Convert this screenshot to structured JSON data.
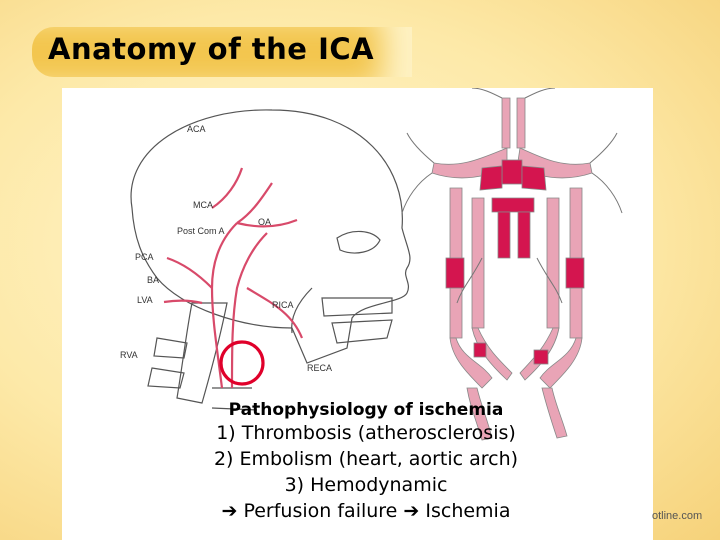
{
  "slide": {
    "title": "Anatomy of the ICA",
    "watermark": "otline.com"
  },
  "figure": {
    "labels": {
      "aca": "ACA",
      "mca": "MCA",
      "oa": "OA",
      "postcom": "Post Com A",
      "pca": "PCA",
      "ba": "BA",
      "lva": "LVA",
      "rica": "RICA",
      "rva": "RVA",
      "reca": "RECA"
    },
    "highlight_color": "#e0002a",
    "vessel_color": "#d84a6a",
    "artery_fill": "#e9a4b6"
  },
  "caption": {
    "heading": "Pathophysiology of ischemia",
    "lines": [
      "1) Thrombosis (atherosclerosis)",
      "2) Embolism (heart, aortic arch)",
      "3) Hemodynamic",
      "➔ Perfusion failure ➔ Ischemia"
    ]
  }
}
